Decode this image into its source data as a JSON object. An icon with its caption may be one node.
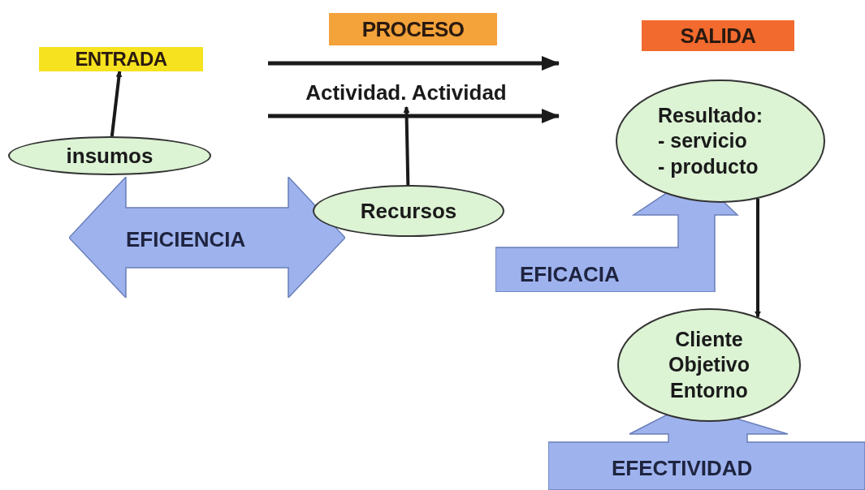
{
  "diagram": {
    "nodes": [
      {
        "text": [
          "ENTRADA"
        ]
      },
      {
        "text": [
          "PROCESO"
        ]
      },
      {
        "text": [
          "SALIDA"
        ]
      },
      {
        "text": [
          "insumos"
        ]
      },
      {
        "text": [
          "Actividad. Actividad"
        ]
      },
      {
        "text": [
          "Resultado:",
          "- servicio",
          "- producto"
        ]
      },
      {
        "text": [
          "Recursos"
        ]
      },
      {
        "text": [
          "EFICIENCIA"
        ]
      },
      {
        "text": [
          "EFICACIA"
        ]
      },
      {
        "text": [
          "Cliente Objetivo Entorno"
        ]
      },
      {
        "text": [
          "EFECTIVIDAD"
        ]
      }
    ],
    "edges": [
      {
        "from": 3,
        "to": 0,
        "arrow": "to"
      },
      {
        "from": 6,
        "to": 4,
        "arrow": "to"
      },
      {
        "from": 5,
        "to": 9,
        "arrow": "to"
      }
    ]
  }
}
